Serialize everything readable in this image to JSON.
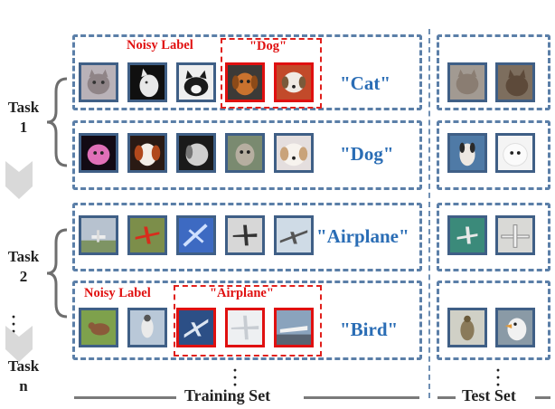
{
  "tasks": [
    {
      "id": "task-1",
      "label": "Task",
      "number": "1"
    },
    {
      "id": "task-2",
      "label": "Task",
      "number": "2"
    },
    {
      "id": "task-n",
      "label": "Task",
      "number": "n"
    }
  ],
  "rows": [
    {
      "class_label": "\"Cat\"",
      "noisy_label": "Noisy Label",
      "noisy_target": "\"Dog\""
    },
    {
      "class_label": "\"Dog\""
    },
    {
      "class_label": "\"Airplane\""
    },
    {
      "class_label": "\"Bird\"",
      "noisy_label": "Noisy Label",
      "noisy_target": "\"Airplane\""
    }
  ],
  "footer": {
    "training_set": "Training Set",
    "test_set": "Test Set"
  },
  "colors": {
    "box_border": "#5b7fa8",
    "class_text": "#2a6db5",
    "noisy_red": "#e01010"
  }
}
